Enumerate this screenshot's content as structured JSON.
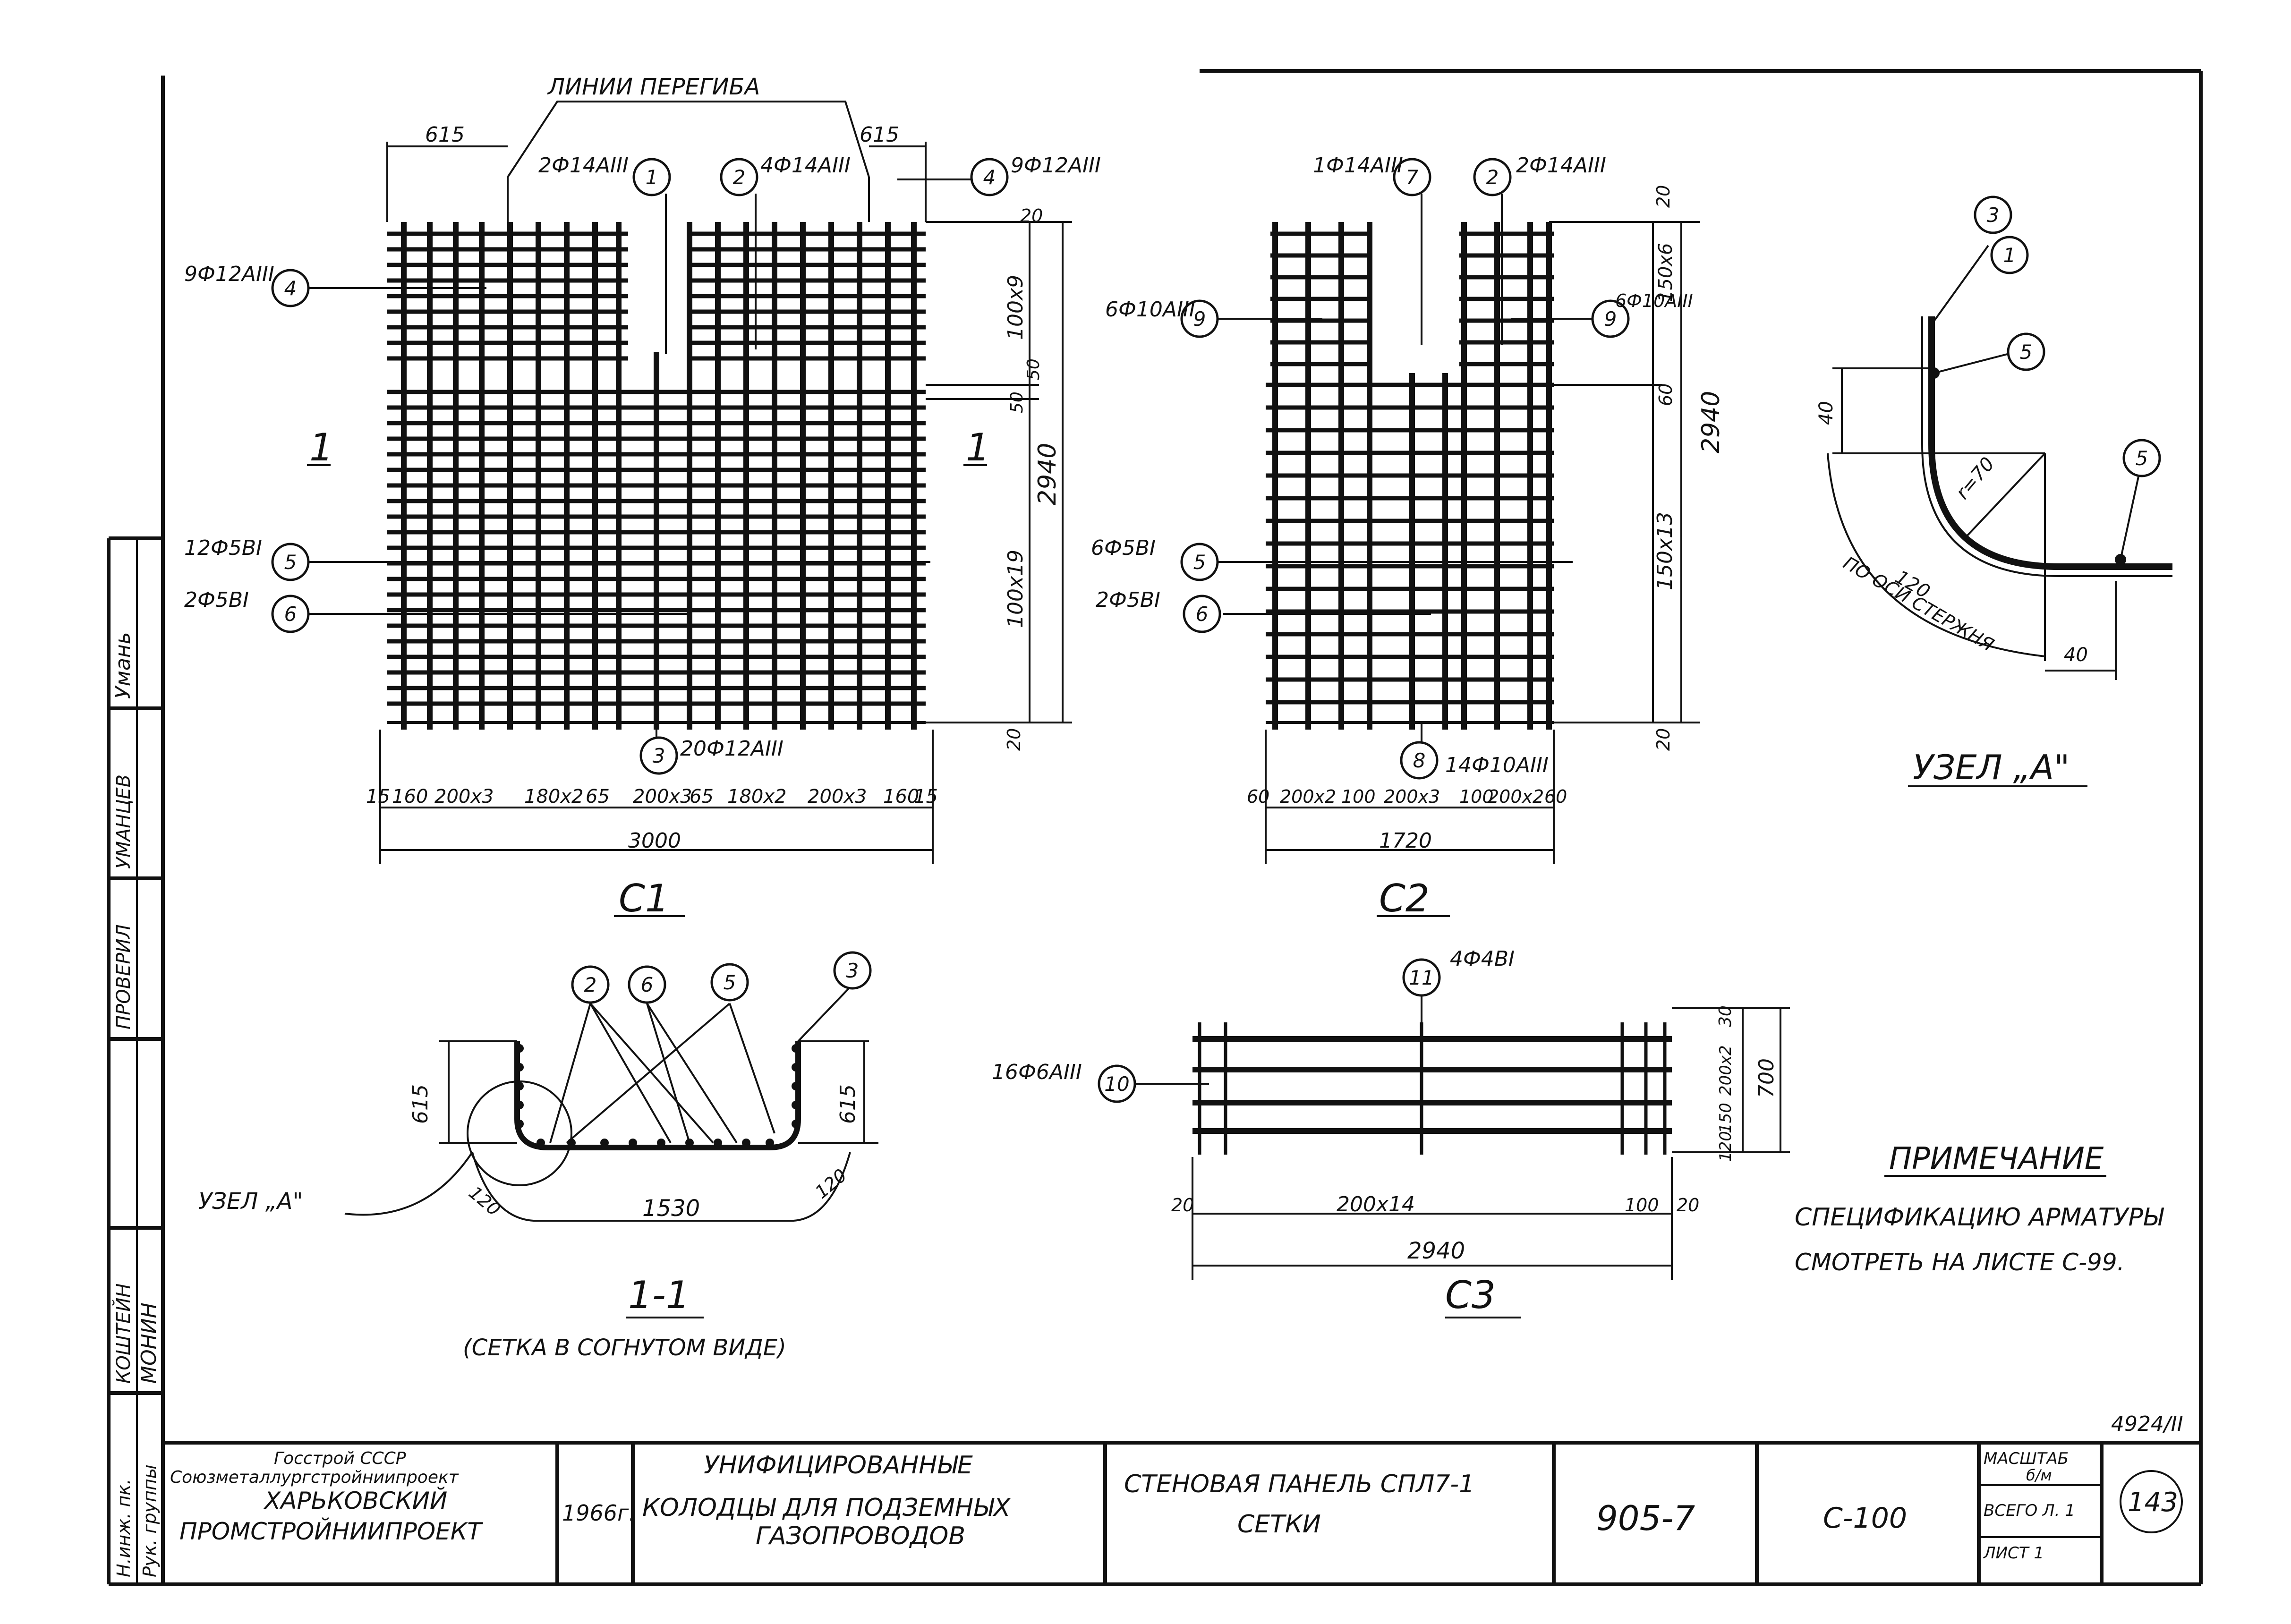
{
  "labels": {
    "bend_lines": "ЛИНИИ ПЕРЕГИБА",
    "section_mark": "1",
    "sheet_c1": "С1",
    "sheet_c2": "С2",
    "sheet_c3": "С3",
    "section_1_1": "1-1",
    "section_note": "(СЕТКА В СОГНУТОМ ВИДЕ)",
    "node_a": "УЗЕЛ „А\"",
    "node_a_small": "УЗЕЛ „А\"",
    "along_axis": "ПО ОСИ СТЕРЖНЯ",
    "radius": "r=70"
  },
  "c1": {
    "pos1": "2Ф14АIII",
    "pos2": "4Ф14АIII",
    "pos4_left": "9Ф12АIII",
    "pos4_right": "9Ф12АIII",
    "pos5": "12Ф5ВI",
    "pos6": "2Ф5ВI",
    "pos3": "20Ф12АIII",
    "dim_615_left": "615",
    "dim_615_right": "615",
    "dim_20_top": "20",
    "dim_100x9": "100х9",
    "dim_50_a": "50",
    "dim_50_b": "50",
    "dim_2940": "2940",
    "dim_100x19": "100х19",
    "dim_20_bottom": "20",
    "dim_3000": "3000",
    "bottom_dims": [
      "15",
      "160",
      "200х3",
      "180х2",
      "65",
      "200х3",
      "65",
      "180х2",
      "200х3",
      "160",
      "15"
    ]
  },
  "c2": {
    "pos7": "1Ф14АIII",
    "pos2": "2Ф14АIII",
    "pos9_left": "6Ф10АIII",
    "pos9_right": "6Ф10АIII",
    "pos5": "6Ф5ВI",
    "pos6": "2Ф5ВI",
    "pos8": "14Ф10АIII",
    "dim_20": "20",
    "dim_150x6": "150х6",
    "dim_60": "60",
    "dim_2940": "2940",
    "dim_150x13": "150х13",
    "dim_20_bottom": "20",
    "dim_1720": "1720",
    "bottom_dims": [
      "60",
      "200х2",
      "100",
      "200х3",
      "100",
      "200х2",
      "60"
    ]
  },
  "c3": {
    "pos11": "4Ф4ВI",
    "pos10": "16Ф6АIII",
    "dim_30": "30",
    "dim_200x2": "200х2",
    "dim_150": "150",
    "dim_120": "120",
    "dim_700": "700",
    "dim_20_left": "20",
    "dim_200x14": "200х14",
    "dim_100": "100",
    "dim_20_right": "20",
    "dim_2940": "2940"
  },
  "section": {
    "dim_615_left": "615",
    "dim_615_right": "615",
    "dim_120_left": "120",
    "dim_120_right": "120",
    "dim_1530": "1530"
  },
  "node": {
    "dim_40_left": "40",
    "dim_40_bottom": "40",
    "dim_120": "120"
  },
  "bubbles": {
    "c1_1": "1",
    "c1_2": "2",
    "c1_4a": "4",
    "c1_4b": "4",
    "c1_5": "5",
    "c1_6": "6",
    "c1_3": "3",
    "c2_7": "7",
    "c2_2": "2",
    "c2_9a": "9",
    "c2_9b": "9",
    "c2_5": "5",
    "c2_6": "6",
    "c2_8": "8",
    "s_2": "2",
    "s_6": "6",
    "s_5": "5",
    "s_3": "3",
    "c3_11": "11",
    "c3_10": "10",
    "n_3": "3",
    "n_1": "1",
    "n_5a": "5",
    "n_5b": "5"
  },
  "note": {
    "title": "ПРИМЕЧАНИЕ",
    "line1": "СПЕЦИФИКАЦИЮ АРМАТУРЫ",
    "line2": "СМОТРЕТЬ НА ЛИСТЕ С-99."
  },
  "title_block": {
    "org1": "Госстрой СССР",
    "org2": "Союзметаллургстройниипроект",
    "org3": "ХАРЬКОВСКИЙ",
    "org4": "ПРОМСТРОЙНИИПРОЕКТ",
    "year": "1966г.",
    "project1": "УНИФИЦИРОВАННЫЕ",
    "project2": "КОЛОДЦЫ ДЛЯ ПОДЗЕМНЫХ",
    "project3": "ГАЗОПРОВОДОВ",
    "sheet_title1": "СТЕНОВАЯ ПАНЕЛЬ СПЛ7-1",
    "sheet_title2": "СЕТКИ",
    "series": "905-7",
    "sheet_code": "С-100",
    "scale_label": "МАСШТАБ",
    "scale_value": "б/м",
    "total_sheets": "ВСЕГО Л. 1",
    "sheet_no": "ЛИСТ 1",
    "page_number": "143",
    "archive_no": "4924/II"
  },
  "side_stamp": {
    "role1": "Рук. группы",
    "role1b": "Н.инж. пк.",
    "name1": "МОНИН",
    "name1b": "КОШТЕЙН",
    "role2": "ПРОВЕРИЛ",
    "name2": "УМАНЦЕВ",
    "sign1": "Умань"
  }
}
